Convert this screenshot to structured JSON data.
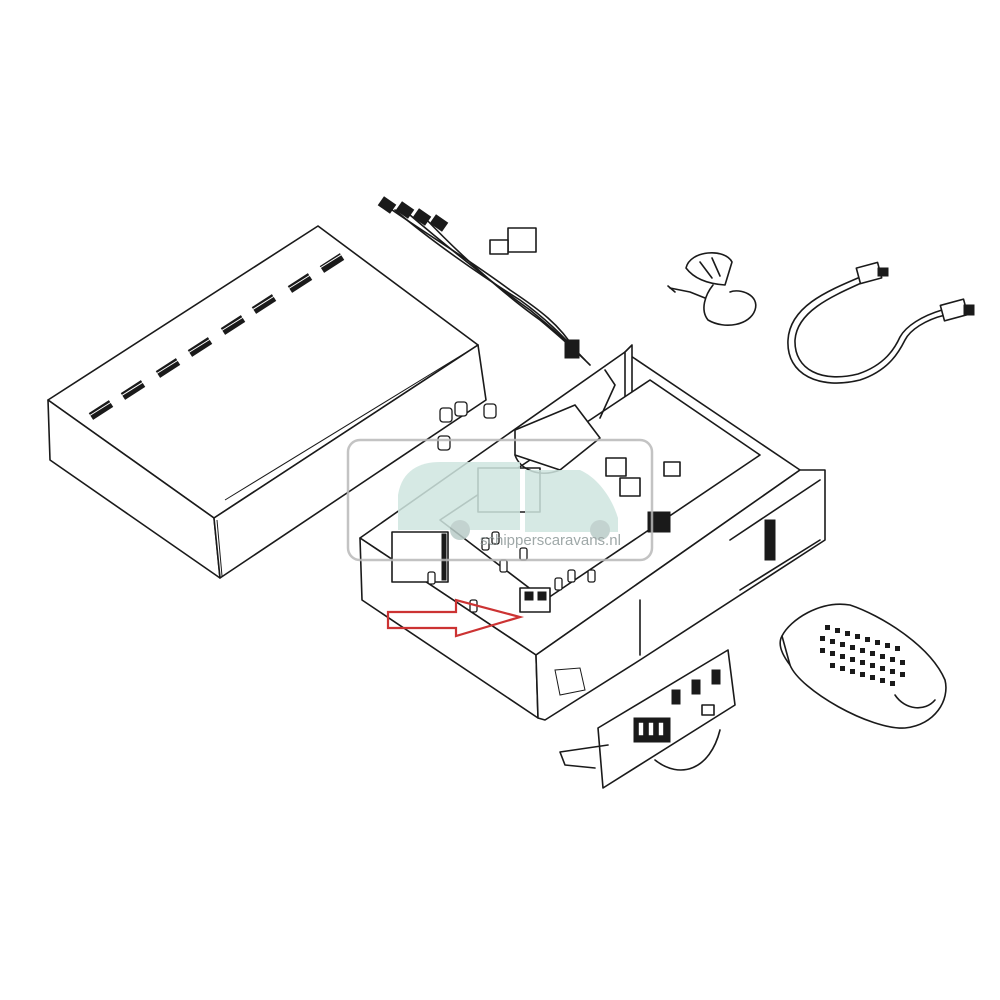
{
  "diagram": {
    "watermark": {
      "text": "schipperscaravans.nl",
      "colors": {
        "van": "#cfe6e0",
        "frame": "#b8b8b8",
        "text": "#8f9a9a"
      }
    },
    "highlight_arrow_color": "#cc3333",
    "icons": [
      "top-cover",
      "wiring-harness",
      "antenna",
      "power-cable",
      "receiver-chassis",
      "front-panel-board",
      "remote-control",
      "indicator-arrow"
    ]
  }
}
